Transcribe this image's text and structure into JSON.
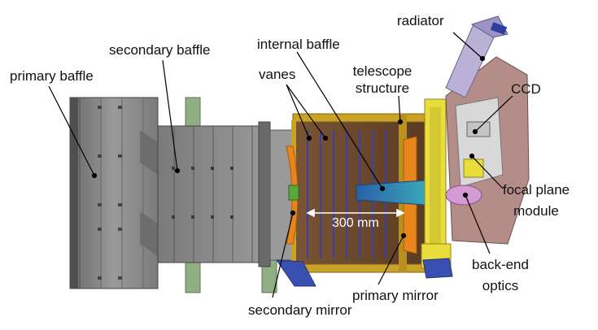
{
  "labels": {
    "radiator": "radiator",
    "secondary_baffle": "secondary baffle",
    "internal_baffle": "internal baffle",
    "primary_baffle": "primary baffle",
    "vanes": "vanes",
    "telescope_structure_1": "telescope",
    "telescope_structure_2": "structure",
    "ccd": "CCD",
    "focal_plane_module_1": "focal plane",
    "focal_plane_module_2": "module",
    "dimension": "300 mm",
    "back_end_optics_1": "back-end",
    "back_end_optics_2": "optics",
    "primary_mirror": "primary mirror",
    "secondary_mirror": "secondary mirror"
  },
  "colors": {
    "baffle_grey": "#8c8c8c",
    "baffle_dark": "#5e5e5e",
    "structure_gold": "#c9a227",
    "interior_brown": "#6b4a2e",
    "vane_blue": "#3b3fa8",
    "mirror_orange": "#e8861e",
    "secondary_mirror_blue": "#2d3fa0",
    "radiator_lavender": "#b9b2d6",
    "housing_pink": "#b48c88",
    "yellow_structure": "#e8dd3a",
    "green_support": "#8fae84",
    "internal_baffle_blue": "#2f6bb5"
  }
}
